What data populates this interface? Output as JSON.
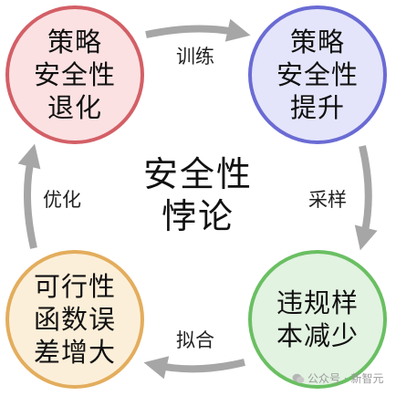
{
  "nodes": {
    "top_left": {
      "lines": [
        "策略",
        "安全性",
        "退化"
      ],
      "fill": "#fbe1e2",
      "border": "#d35f66"
    },
    "top_right": {
      "lines": [
        "策略",
        "安全性",
        "提升"
      ],
      "fill": "#e4e5fa",
      "border": "#6a6bd4"
    },
    "bottom_right": {
      "lines": [
        "违规样",
        "本减少"
      ],
      "fill": "#e2f3e1",
      "border": "#6abf62"
    },
    "bottom_left": {
      "lines": [
        "可行性",
        "函数误",
        "差增大"
      ],
      "fill": "#fcefd9",
      "border": "#e3ad5d"
    }
  },
  "edges": {
    "top": "训练",
    "right": "采样",
    "bottom": "拟合",
    "left": "优化"
  },
  "center": [
    "安全性",
    "悖论"
  ],
  "watermark": "公众号 · 新智元",
  "colors": {
    "arrow": "#a6a6a6"
  }
}
